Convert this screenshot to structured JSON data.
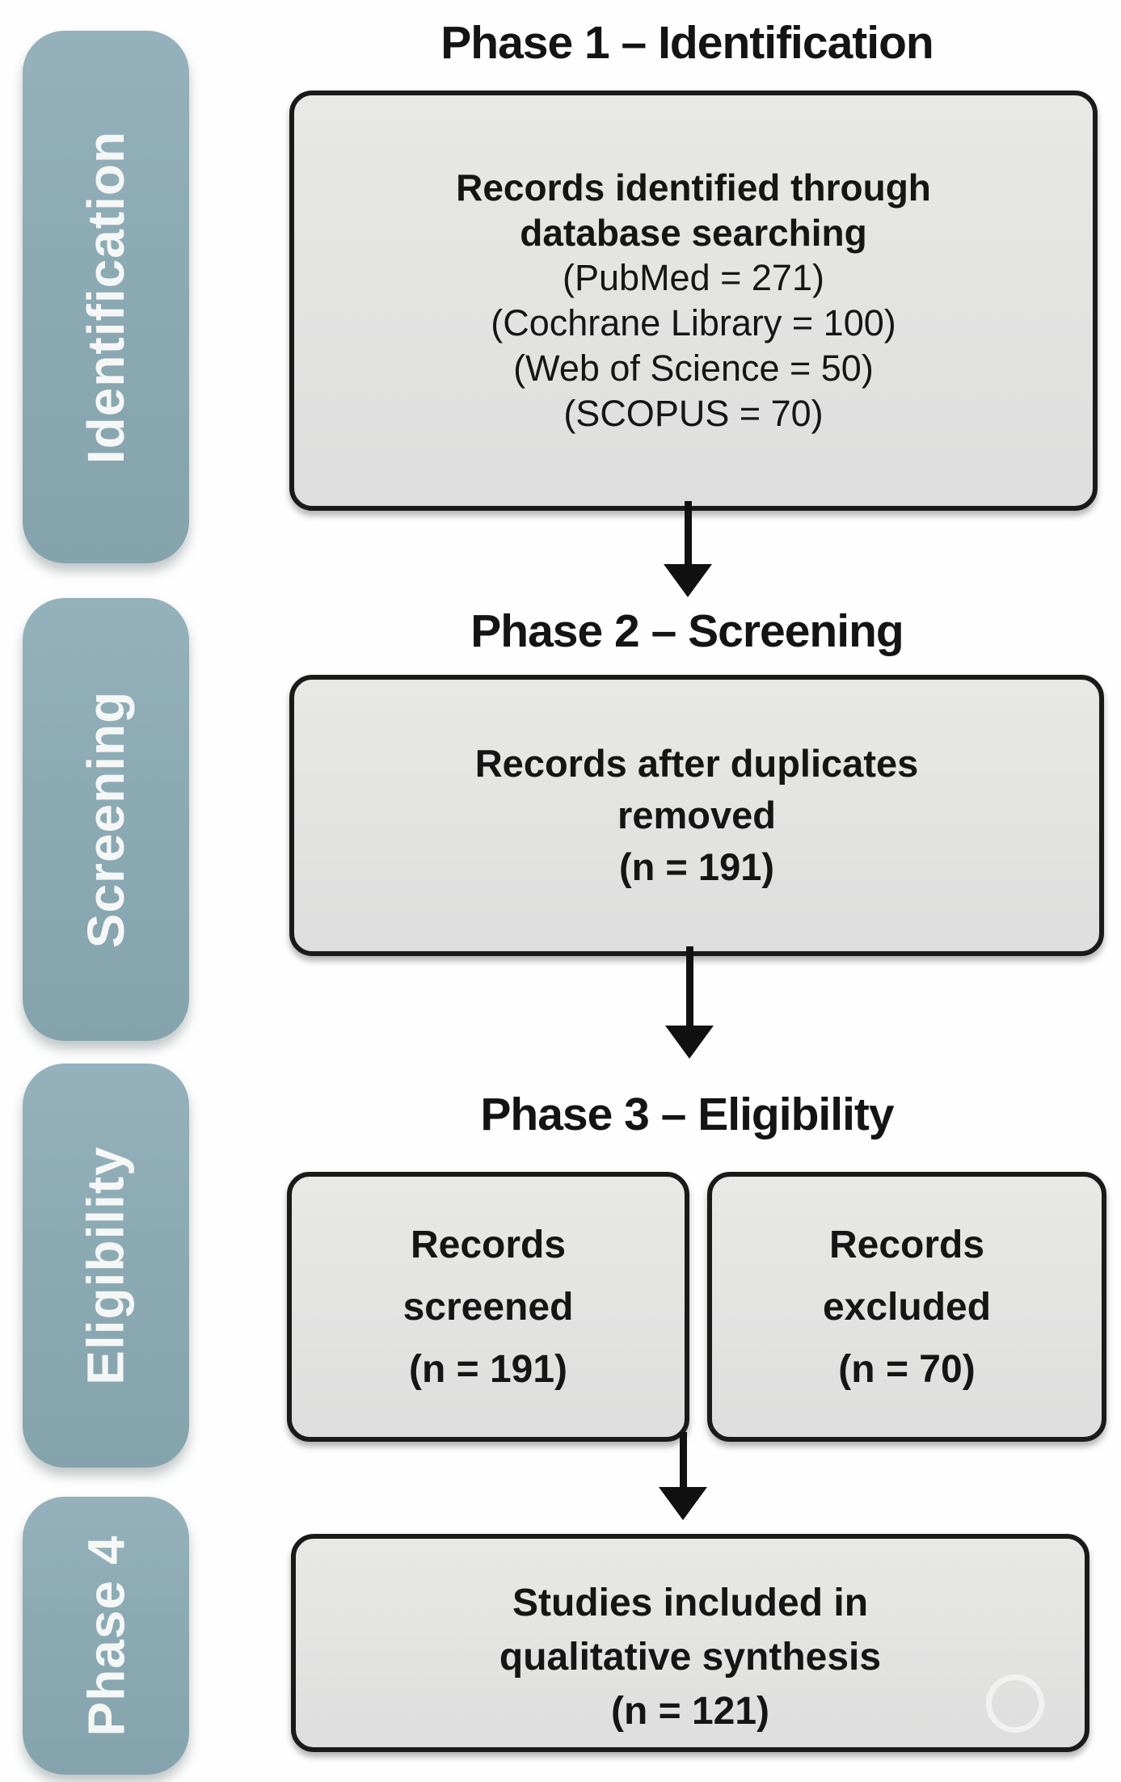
{
  "colors": {
    "pill": "#8caab4",
    "pill_text": "#f5f7f6",
    "border": "#1a1a1a",
    "heading_text": "#141414",
    "arrow": "#111111",
    "background": "#fefefe"
  },
  "sidebar": {
    "items": [
      {
        "label": "Identification"
      },
      {
        "label": "Screening"
      },
      {
        "label": "Eligibility"
      },
      {
        "label": "Phase 4"
      }
    ]
  },
  "flow": {
    "phase1": {
      "heading": "Phase 1 – Identification",
      "box": {
        "line1": "Records identified through",
        "line2": "database searching",
        "line3": "(PubMed = 271)",
        "line4": "(Cochrane Library = 100)",
        "line5": "(Web of Science = 50)",
        "line6": "(SCOPUS = 70)"
      }
    },
    "phase2": {
      "heading": "Phase 2 – Screening",
      "box": {
        "line1": "Records after duplicates",
        "line2": "removed",
        "line3": "(n = 191)"
      }
    },
    "phase3": {
      "heading": "Phase 3 – Eligibility",
      "box_left": {
        "line1": "Records",
        "line2": "screened",
        "line3": "(n = 191)"
      },
      "box_right": {
        "line1": "Records",
        "line2": "excluded",
        "line3": "(n = 70)"
      }
    },
    "phase4": {
      "box": {
        "line1": "Studies included in",
        "line2": "qualitative synthesis",
        "line3": "(n = 121)"
      }
    }
  }
}
